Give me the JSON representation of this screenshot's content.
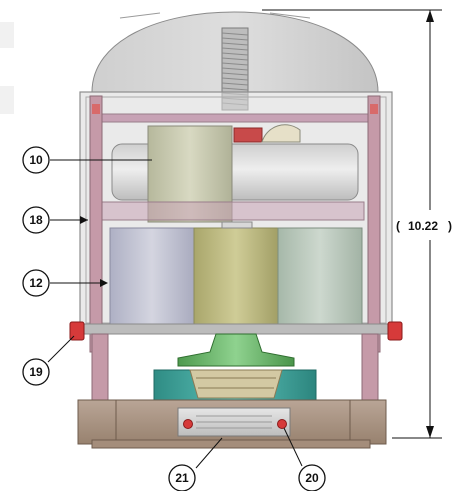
{
  "callouts": {
    "c10": "10",
    "c18": "18",
    "c12": "12",
    "c19": "19",
    "c21": "21",
    "c20": "20"
  },
  "dimension": {
    "height_value": "10.22",
    "open_paren": "(",
    "close_paren": ")"
  },
  "colors": {
    "dome": "#c9c9c9",
    "frame": "#8e8e8e",
    "battery_green": "#c7c9b0",
    "battery_blue": "#c6c8d6",
    "battery_olive": "#b9b67f",
    "battery_sage": "#b9c9bb",
    "pink_rail": "#c7a2b5",
    "stand_green": "#6cb66c",
    "teal": "#3ea49b",
    "base": "#a89384",
    "bolt_red": "#d63a3a"
  },
  "icons": {
    "screw": "threaded-rod-icon",
    "bolt": "hex-bolt-icon"
  }
}
